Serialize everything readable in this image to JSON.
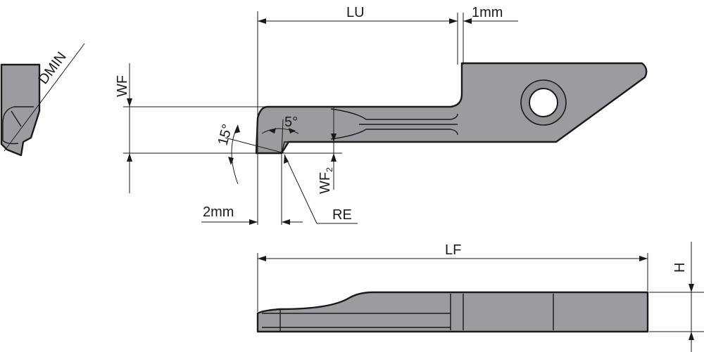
{
  "labels": {
    "dmin": "DMIN",
    "wf": "WF",
    "lu": "LU",
    "one_mm": "1mm",
    "angle_15": "15°",
    "angle_5": "5°",
    "wf2_main": "WF",
    "wf2_sub": "2",
    "two_mm": "2mm",
    "re": "RE",
    "lf": "LF",
    "h": "H"
  },
  "colors": {
    "part_fill": "#9a9c9f",
    "line": "#1a1a1a",
    "background": "#ffffff"
  }
}
